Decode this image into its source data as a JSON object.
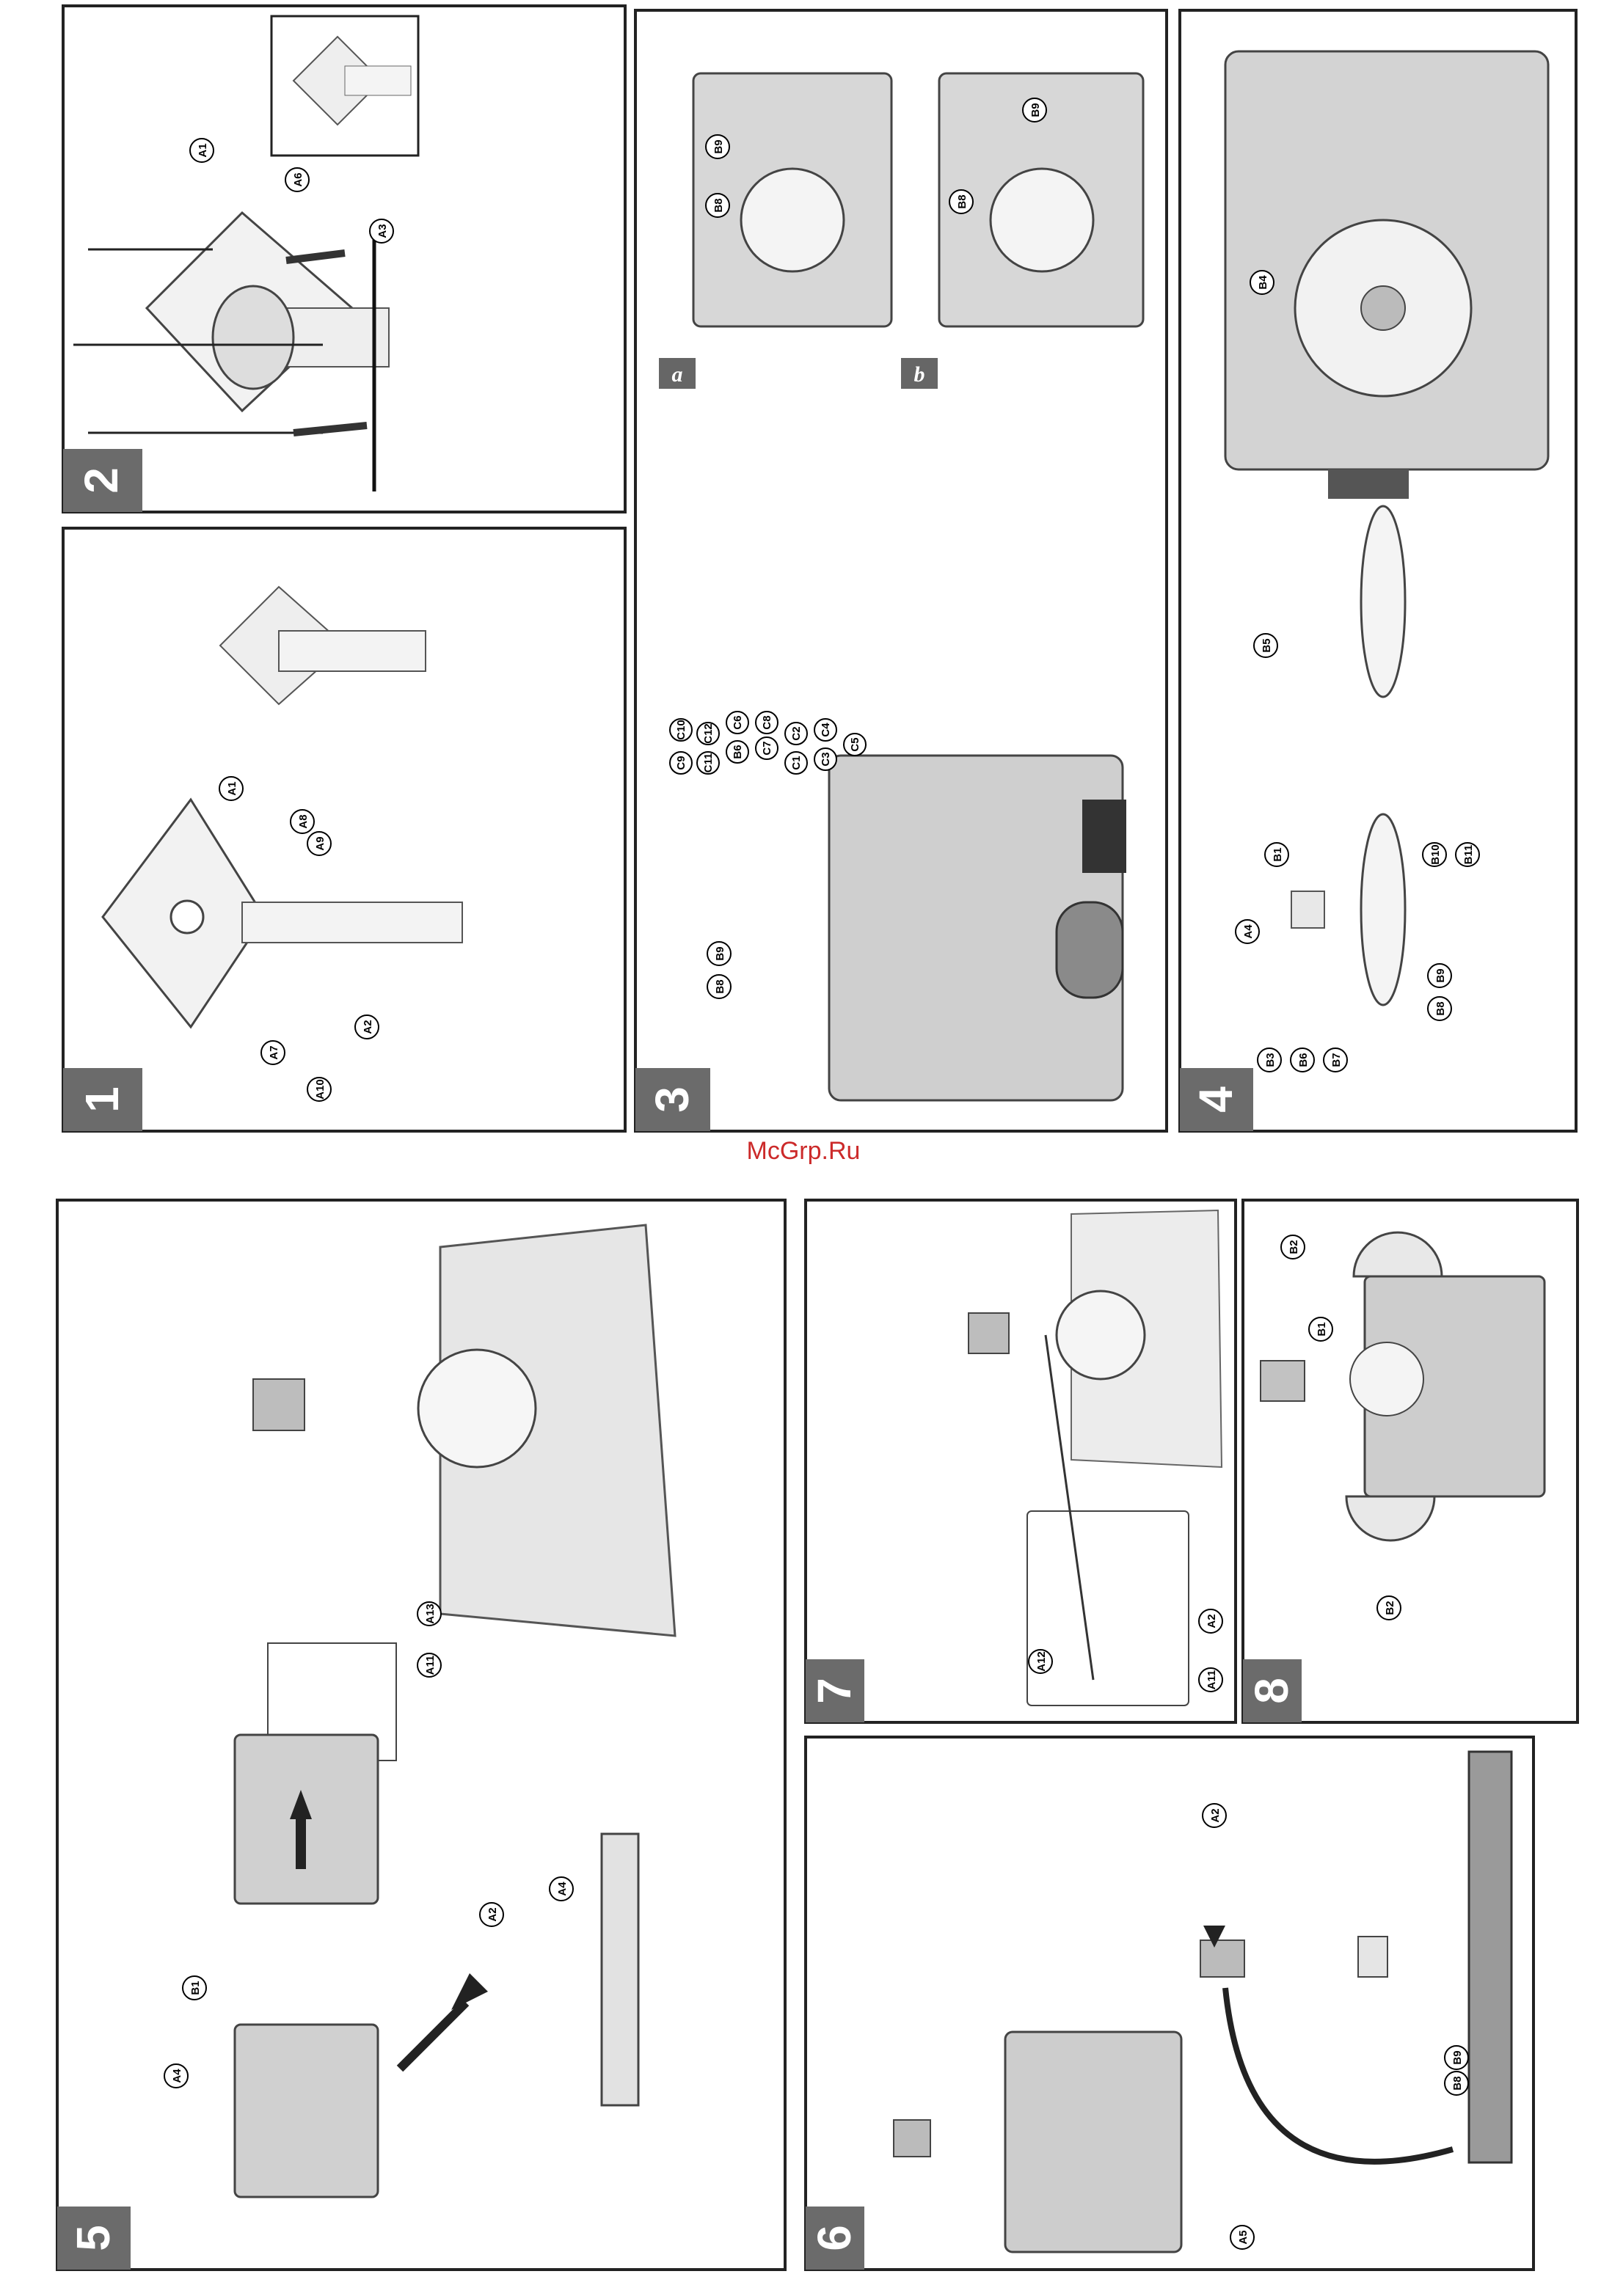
{
  "watermark": "McGrp.Ru",
  "steps": [
    "1",
    "2",
    "3",
    "4",
    "5",
    "6",
    "7",
    "8"
  ],
  "sub_panels": [
    "a",
    "b"
  ],
  "labels": {
    "p1": [
      "A1",
      "A8",
      "A9",
      "A2",
      "A7",
      "A10"
    ],
    "p2": [
      "A1",
      "A6",
      "A3"
    ],
    "p3a": [
      "B9",
      "B8"
    ],
    "p3b": [
      "B9",
      "B8"
    ],
    "p3": [
      "C9",
      "C10",
      "C11",
      "C12",
      "B6",
      "C6",
      "C7",
      "C8",
      "C1",
      "C2",
      "C3",
      "C4",
      "C5",
      "B9",
      "B8"
    ],
    "p4": [
      "B4",
      "B5",
      "B1",
      "B10",
      "B11",
      "A4",
      "B3",
      "B6",
      "B7",
      "B9",
      "B8"
    ],
    "p5": [
      "A13",
      "A11",
      "A2",
      "A4",
      "B1",
      "A4"
    ],
    "p6": [
      "A2",
      "B8",
      "B9",
      "A5"
    ],
    "p7": [
      "A2",
      "A12",
      "A11"
    ],
    "p8": [
      "B2",
      "B1",
      "B2"
    ]
  }
}
